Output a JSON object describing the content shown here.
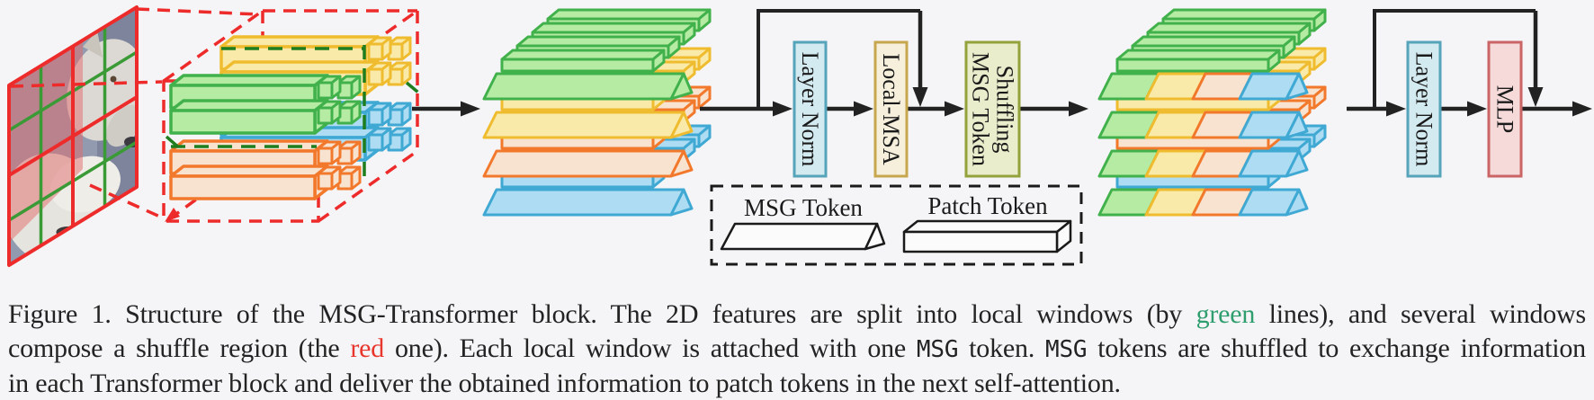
{
  "page": {
    "background": "#f5f4f6"
  },
  "figure": {
    "blocks": {
      "layer_norm_1": "Layer Norm",
      "local_msa": "Local-MSA",
      "msg_shuffle_line1": "MSG Token",
      "msg_shuffle_line2": "Shuffling",
      "layer_norm_2": "Layer Norm",
      "mlp": "MLP"
    },
    "legend": {
      "msg_token": "MSG Token",
      "patch_token": "Patch Token"
    },
    "colors": {
      "red_line": "#ee2b2b",
      "green_window_line": "#3a9a35",
      "green_dash_3d": "#1e7d1e",
      "arrow": "#222222",
      "ln_fill": "#d4eaf1",
      "ln_stroke": "#55a4ba",
      "msa_fill": "#f5efdc",
      "msa_stroke": "#c7a74e",
      "shuffle_fill": "#eaedcb",
      "shuffle_stroke": "#93a23b",
      "mlp_fill": "#f6dada",
      "mlp_stroke": "#cb6464",
      "legend_shape_fill": "#fbfbfc",
      "legend_stroke": "#1a1a1a",
      "token_green_fill": "#b6eba4",
      "token_green_stroke": "#41b14c",
      "token_yellow_fill": "#faeaa9",
      "token_yellow_stroke": "#f0bc2f",
      "token_orange_fill": "#f8e3d1",
      "token_orange_stroke": "#f2792c",
      "token_blue_fill": "#aedcf2",
      "token_blue_stroke": "#3fa9d4"
    }
  },
  "caption": {
    "colors": {
      "green": "#2f9e6e",
      "red": "#e8362c",
      "text": "#232323"
    },
    "lines": [
      {
        "segments": [
          {
            "text": "Figure 1.  Structure of the MSG-Transformer block.  The 2D features are split into local windows (by ",
            "style": "normal"
          },
          {
            "text": "green",
            "style": "green"
          },
          {
            "text": " lines), and several windows",
            "style": "normal"
          }
        ]
      },
      {
        "segments": [
          {
            "text": "compose a shuffle region (the ",
            "style": "normal"
          },
          {
            "text": "red",
            "style": "red"
          },
          {
            "text": " one).  Each local window is attached with one ",
            "style": "normal"
          },
          {
            "text": "MSG",
            "style": "mono"
          },
          {
            "text": " token.  ",
            "style": "normal"
          },
          {
            "text": "MSG",
            "style": "mono"
          },
          {
            "text": " tokens are shuffled to exchange information",
            "style": "normal"
          }
        ]
      },
      {
        "segments": [
          {
            "text": "in each Transformer block and deliver the obtained information to patch tokens in the next self-attention.",
            "style": "normal"
          }
        ]
      }
    ]
  }
}
